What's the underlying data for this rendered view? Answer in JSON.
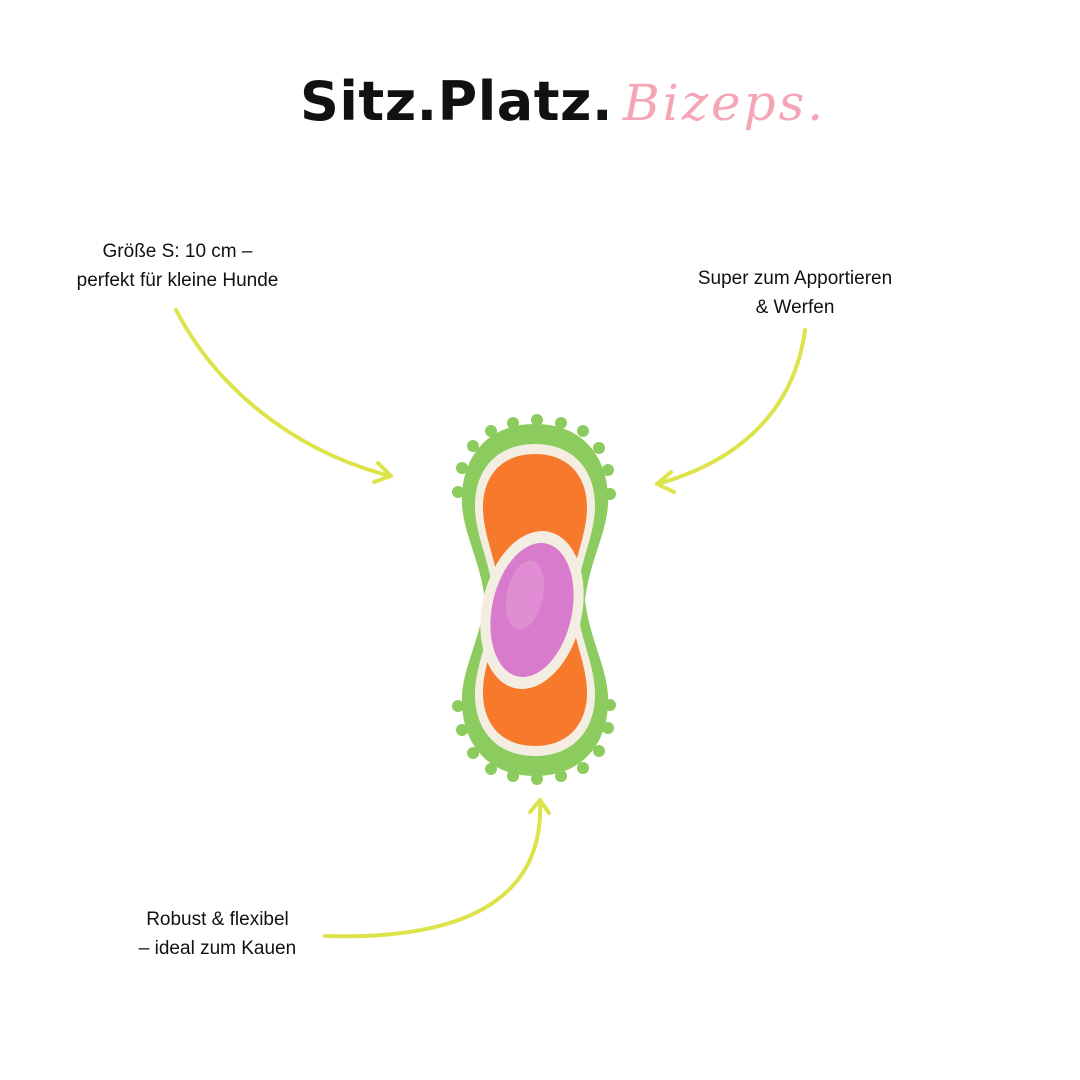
{
  "brand": {
    "part1": "Sitz.",
    "part2": "Platz.",
    "accent": "Bizeps."
  },
  "notes": {
    "size": {
      "line1": "Größe S: 10 cm –",
      "line2": "perfekt für kleine Hunde"
    },
    "fetch": {
      "line1": "Super zum Apportieren",
      "line2": "& Werfen"
    },
    "robust": {
      "line1": "Robust & flexibel",
      "line2": "– ideal zum Kauen"
    }
  },
  "colors": {
    "accent_pink": "#f4a6b7",
    "arrow": "#dde34a",
    "toy_green": "#8ccb5e",
    "toy_orange": "#f77a2c",
    "toy_pink": "#d97bcc"
  },
  "product_image": "green-orange-pink dog toy"
}
